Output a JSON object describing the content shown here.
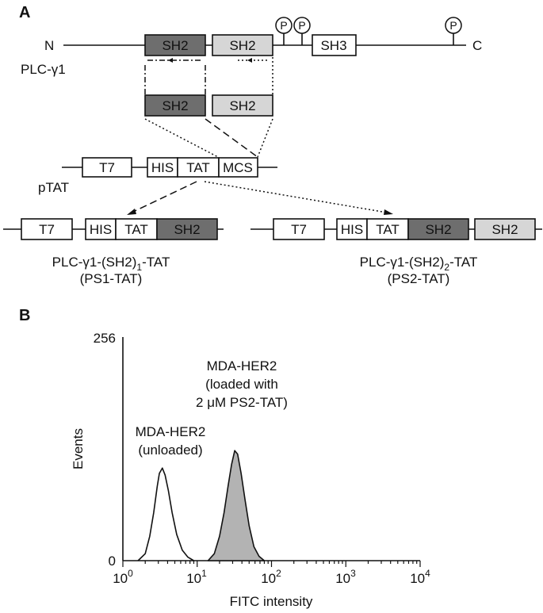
{
  "panel_a": {
    "letter": "A",
    "protein": {
      "n_term": "N",
      "c_term": "C",
      "name": "PLC-γ1",
      "domains": [
        "SH2",
        "SH2",
        "SH3"
      ],
      "phospho": "P"
    },
    "fragment": {
      "domains": [
        "SH2",
        "SH2"
      ]
    },
    "vector": {
      "name": "pTAT",
      "segments": [
        "T7",
        "HIS",
        "TAT",
        "MCS"
      ]
    },
    "construct1": {
      "segments": [
        "T7",
        "HIS",
        "TAT",
        "SH2"
      ],
      "name_prefix": "PLC-γ1-(SH2)",
      "name_sub": "1",
      "name_suffix": "-TAT",
      "short": "(PS1-TAT)"
    },
    "construct2": {
      "segments": [
        "T7",
        "HIS",
        "TAT",
        "SH2",
        "SH2"
      ],
      "name_prefix": "PLC-γ1-(SH2)",
      "name_sub": "2",
      "name_suffix": "-TAT",
      "short": "(PS2-TAT)"
    }
  },
  "panel_b": {
    "letter": "B",
    "y_top_label": "256",
    "y_zero_label": "0",
    "ylabel": "Events",
    "xlabel": "FITC intensity",
    "x_ticks": [
      {
        "base": "10",
        "exp": "0"
      },
      {
        "base": "10",
        "exp": "1"
      },
      {
        "base": "10",
        "exp": "2"
      },
      {
        "base": "10",
        "exp": "3"
      },
      {
        "base": "10",
        "exp": "4"
      }
    ],
    "annotation_unloaded": [
      "MDA-HER2",
      "(unloaded)"
    ],
    "annotation_loaded": [
      "MDA-HER2",
      "(loaded with",
      "2 μM PS2-TAT)"
    ]
  },
  "chart_data": {
    "type": "area",
    "xlabel": "FITC intensity",
    "ylabel": "Events",
    "x_scale": "log",
    "xlim": [
      1,
      10000
    ],
    "ylim": [
      0,
      256
    ],
    "series": [
      {
        "name": "MDA-HER2 (unloaded)",
        "fill": "none",
        "x": [
          1.6,
          2.0,
          2.3,
          2.6,
          2.9,
          3.1,
          3.4,
          3.7,
          4.1,
          4.6,
          5.3,
          6.3,
          7.5,
          9.0
        ],
        "y": [
          0,
          8,
          28,
          55,
          85,
          100,
          106,
          98,
          80,
          55,
          30,
          12,
          4,
          0
        ]
      },
      {
        "name": "MDA-HER2 (loaded with 2 μM PS2-TAT)",
        "fill": "#b3b3b3",
        "x": [
          14,
          17,
          20,
          23,
          26,
          29,
          32,
          35,
          39,
          44,
          50,
          58,
          68,
          80
        ],
        "y": [
          0,
          8,
          28,
          55,
          85,
          110,
          126,
          122,
          100,
          70,
          40,
          16,
          5,
          0
        ]
      }
    ]
  }
}
